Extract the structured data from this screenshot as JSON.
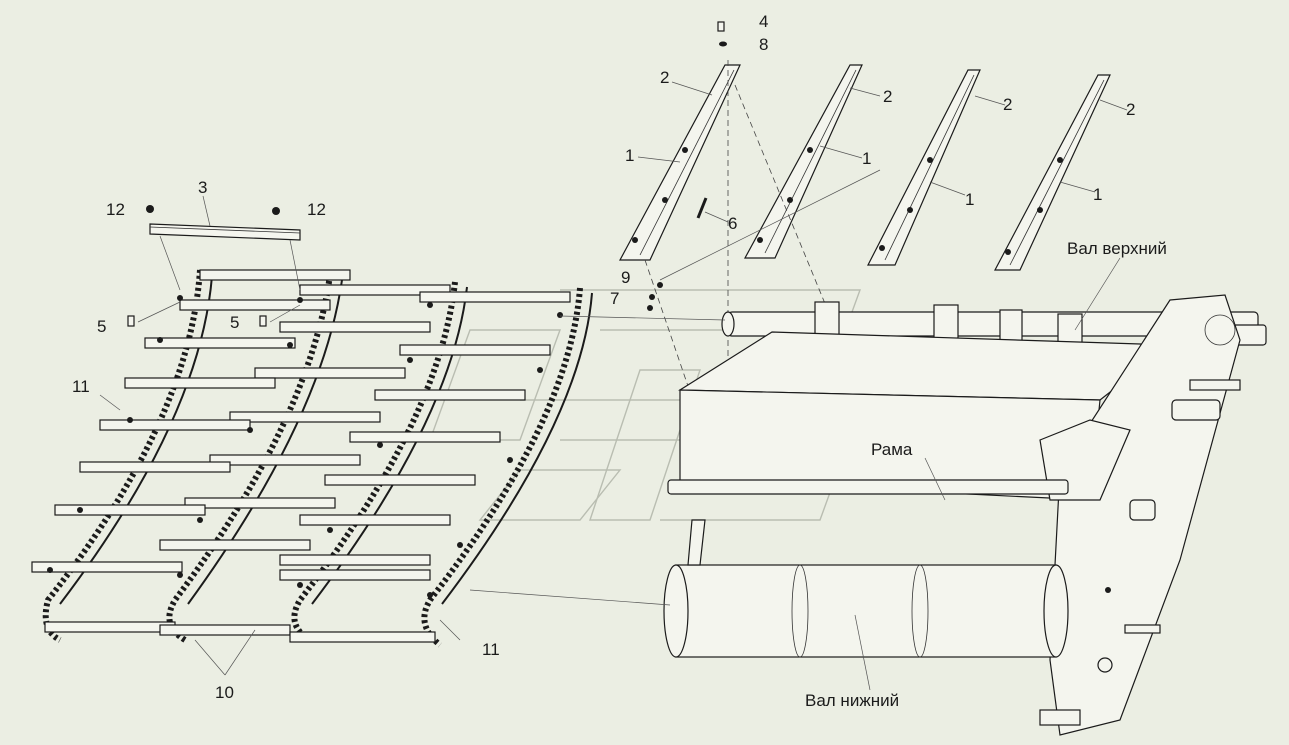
{
  "callouts": {
    "n1": "1",
    "n2": "2",
    "n3": "3",
    "n4": "4",
    "n5": "5",
    "n6": "6",
    "n7": "7",
    "n8": "8",
    "n9": "9",
    "n10": "10",
    "n11": "11",
    "n12": "12"
  },
  "labels": {
    "upper_shaft": "Вал верхний",
    "frame": "Рама",
    "lower_shaft": "Вал нижний"
  },
  "colors": {
    "background": "#ebeee3",
    "ink": "#1b1b1b",
    "watermark": "#b9bdb1"
  }
}
